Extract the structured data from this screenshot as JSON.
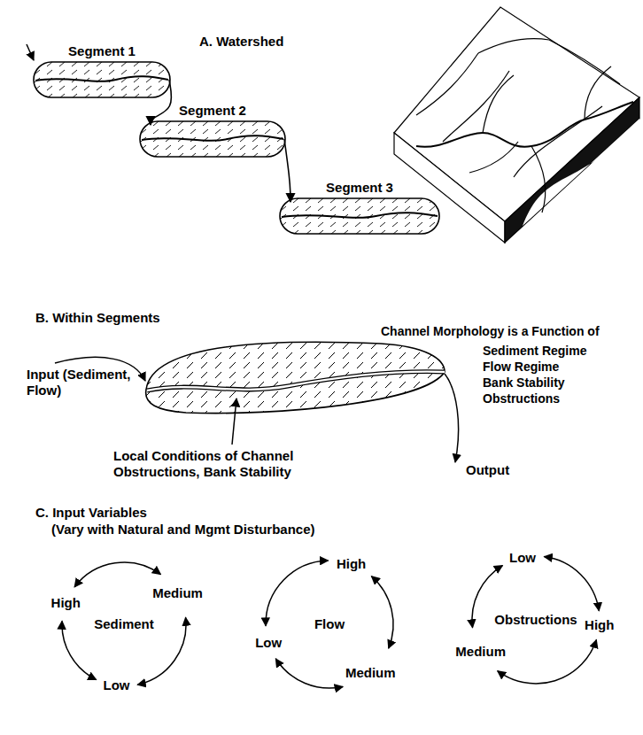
{
  "diagram": {
    "nodes": [
      {
        "text": [
          "Segment 1"
        ]
      },
      {
        "text": [
          "Segment 2"
        ]
      },
      {
        "text": [
          "Segment 3"
        ]
      }
    ],
    "edges": [
      {
        "from": 0,
        "to": 1,
        "arrow": "to"
      },
      {
        "from": 1,
        "to": 2,
        "arrow": "to"
      }
    ],
    "labels": [
      "A. Watershed",
      "B. Within Segments",
      "Input (Sediment, Flow)",
      "Local Conditions of Channel Obstructions, Bank Stability",
      "Channel Morphology is a Function of",
      "Sediment Regime",
      "Flow Regime",
      "Bank Stability",
      "Obstructions",
      "Output",
      "C. Input Variables",
      "(Vary with Natural and Mgmt Disturbance)",
      "High",
      "Sediment",
      "Medium",
      "Low",
      "High",
      "Flow",
      "Low",
      "Medium",
      "Low",
      "Obstructions",
      "High",
      "Medium"
    ]
  }
}
